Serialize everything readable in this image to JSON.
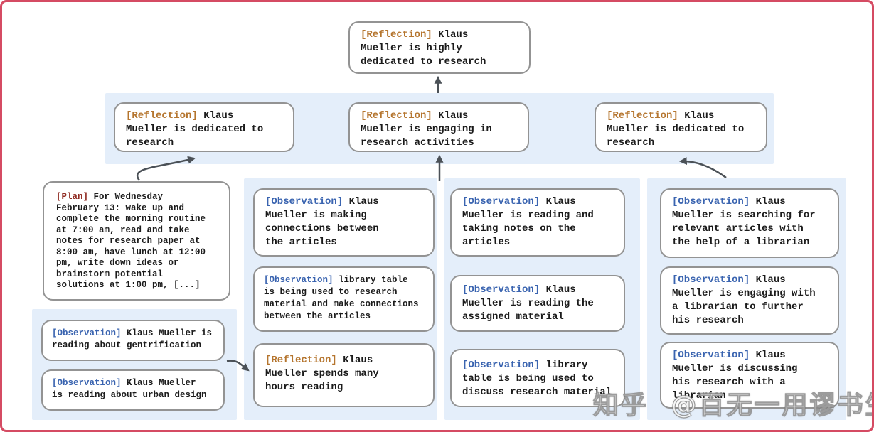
{
  "colors": {
    "frame_border": "#d54b63",
    "band_background": "#e4eefa",
    "card_border": "#939393",
    "body_text": "#1b1b1b",
    "reflection_tag": "#b5752e",
    "observation_tag": "#3a64b0",
    "plan_tag": "#8f2a21",
    "arrow": "#4b5157"
  },
  "root_card": {
    "tag": "[Reflection]",
    "body": "Klaus\nMueller is highly\ndedicated to research"
  },
  "reflection_row": [
    {
      "tag": "[Reflection]",
      "body": "Klaus\nMueller is dedicated to\nresearch"
    },
    {
      "tag": "[Reflection]",
      "body": "Klaus\nMueller is engaging in\nresearch activities"
    },
    {
      "tag": "[Reflection]",
      "body": "Klaus\nMueller is dedicated to\nresearch"
    }
  ],
  "plan_card": {
    "tag": "[Plan]",
    "body": "For Wednesday\nFebruary 13: wake up and\ncomplete the morning routine\nat 7:00 am, read and take\nnotes for research paper at\n8:00 am, have lunch at 12:00\npm, write down ideas or\nbrainstorm potential\nsolutions at 1:00 pm, [...]"
  },
  "left_group": [
    {
      "tag": "[Observation]",
      "body": "Klaus Mueller is\nreading about gentrification"
    },
    {
      "tag": "[Observation]",
      "body": "Klaus Mueller\nis reading about urban design"
    }
  ],
  "middle_group": [
    {
      "tag": "[Observation]",
      "body": "Klaus\nMueller is making\nconnections between\nthe articles"
    },
    {
      "tag": "[Observation]",
      "body": "library table\nis being used to research\nmaterial and make connections\nbetween the articles"
    },
    {
      "tag": "[Reflection]",
      "body": "Klaus\nMueller spends many\nhours reading"
    }
  ],
  "midright_group": [
    {
      "tag": "[Observation]",
      "body": "Klaus\nMueller is reading and\ntaking notes on the\narticles"
    },
    {
      "tag": "[Observation]",
      "body": "Klaus\nMueller is reading the\nassigned material"
    },
    {
      "tag": "[Observation]",
      "body": "library\ntable is being used to\ndiscuss research material"
    }
  ],
  "right_group": [
    {
      "tag": "[Observation]",
      "body": "Klaus\nMueller is searching for\nrelevant articles with\nthe help of a librarian"
    },
    {
      "tag": "[Observation]",
      "body": "Klaus\nMueller is engaging with\na librarian to further\nhis research"
    },
    {
      "tag": "[Observation]",
      "body": "Klaus\nMueller is discussing\nhis research with a\nlibrarian"
    }
  ],
  "watermark": "知乎 @百无一用谬书生"
}
